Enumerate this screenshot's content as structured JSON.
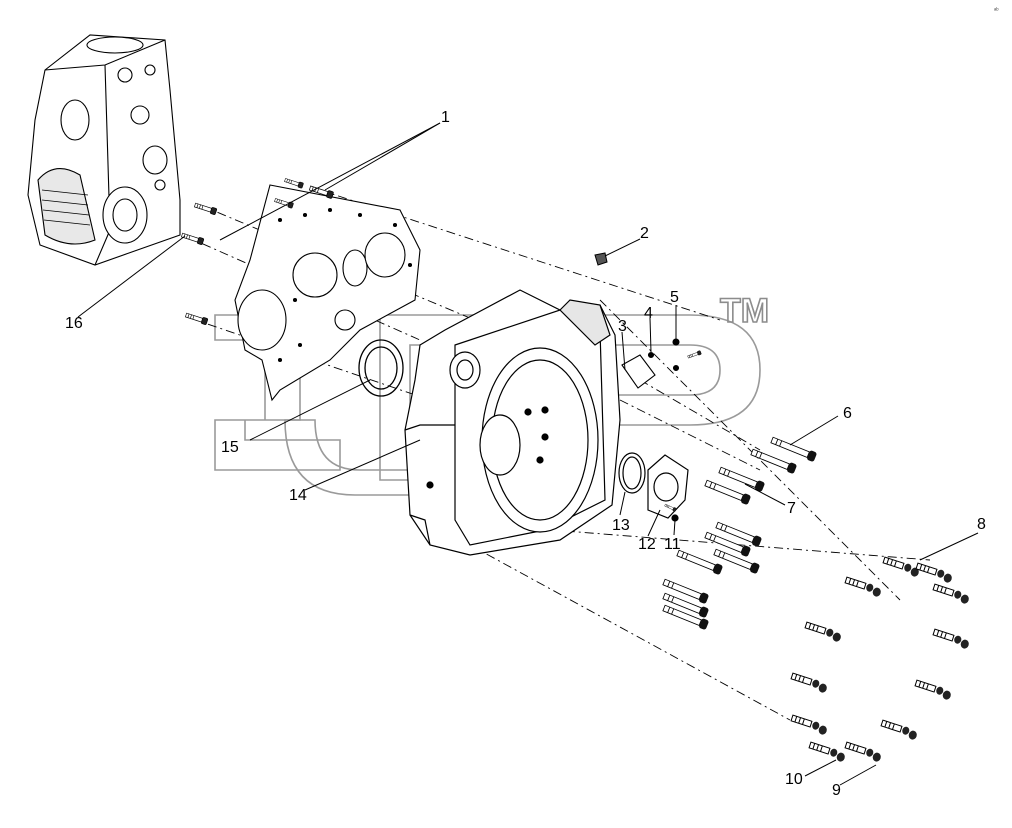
{
  "diagram": {
    "watermark_tm": "TM",
    "corner_mark": "ᵃᵇ",
    "callouts": [
      "1",
      "2",
      "3",
      "4",
      "5",
      "6",
      "7",
      "8",
      "9",
      "10",
      "11",
      "12",
      "13",
      "14",
      "15",
      "16"
    ]
  }
}
